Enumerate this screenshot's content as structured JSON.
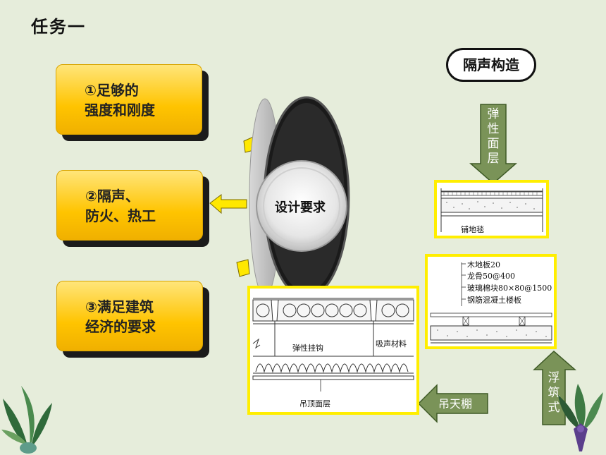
{
  "title": "任务一",
  "requirements": [
    {
      "line1": "①足够的",
      "line2": "强度和刚度"
    },
    {
      "line1": "②隔声、",
      "line2": "防火、热工"
    },
    {
      "line1": "③满足建筑",
      "line2": "经济的要求"
    }
  ],
  "lens_label": "设计要求",
  "sound_insulation_title": "隔声构造",
  "arrows": {
    "elastic_surface": [
      "弹",
      "性",
      "面",
      "层"
    ],
    "floating": [
      "浮",
      "筑",
      "式"
    ],
    "ceiling": "吊天棚"
  },
  "detail_carpet": {
    "caption": "铺地毯"
  },
  "detail_floating": {
    "labels": [
      "木地板20",
      "龙骨50@400",
      "玻璃棉块80×80@1500",
      "钢筋混凝土楼板"
    ]
  },
  "detail_ceiling": {
    "label_hook": "弹性挂钩",
    "label_absorb": "吸声材料",
    "label_bottom": "吊顶面层"
  },
  "colors": {
    "background": "#e6eddb",
    "card_yellow": "#ffc400",
    "arrow_green": "#7a9358",
    "frame_yellow": "#ffee00"
  }
}
